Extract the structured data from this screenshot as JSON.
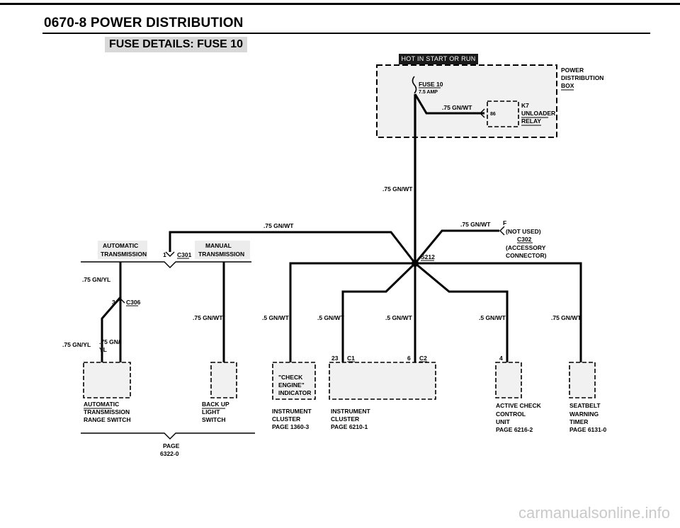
{
  "title": "0670-8  POWER DISTRIBUTION",
  "subtitle": "FUSE DETAILS: FUSE 10",
  "badge": "HOT IN START OR RUN",
  "power_box": [
    "POWER",
    "DISTRIBUTION",
    "BOX"
  ],
  "fuse": {
    "name": "FUSE 10",
    "rating": "7.5 AMP"
  },
  "relay": {
    "id": "K7",
    "name1": "UNLOADER",
    "name2": "RELAY",
    "pin": "86"
  },
  "wires": {
    "relay_feed": ".75 GN/WT",
    "main_down": ".75 GN/WT",
    "left_branch": ".75 GN/WT",
    "right_branch": ".75 GN/WT",
    "auto_trans": ".75 GN/YL",
    "auto_trans_lower": ".75 GN/YL",
    "auto_trans_lower2_a": ".75 GN/",
    "auto_trans_lower2_b": "YL",
    "backup_light": ".75 GN/WT",
    "check_engine": ".5 GN/WT",
    "cluster_c1": ".5 GN/WT",
    "cluster_c2": ".5 GN/WT",
    "active_check": ".5 GN/WT",
    "seatbelt": ".75 GN/WT"
  },
  "connector_f": "F",
  "not_used": "(NOT USED)",
  "c302": "C302",
  "accessory": [
    "(ACCESSORY",
    "CONNECTOR)"
  ],
  "splice": "S212",
  "c301": "C301",
  "c301_pin": "1",
  "c306": "C306",
  "c306_pin": "3",
  "automatic_transmission": [
    "AUTOMATIC",
    "TRANSMISSION"
  ],
  "manual_transmission": [
    "MANUAL",
    "TRANSMISSION"
  ],
  "components": {
    "range_switch": [
      "AUTOMATIC",
      "TRANSMISSION",
      "RANGE SWITCH"
    ],
    "backup_switch": [
      "BACK UP",
      "LIGHT",
      "SWITCH"
    ],
    "check_engine_indicator": [
      "\"CHECK",
      "ENGINE\"",
      "INDICATOR"
    ],
    "instrument_cluster_1": [
      "INSTRUMENT",
      "CLUSTER",
      "PAGE 1360-3"
    ],
    "instrument_cluster_2": [
      "INSTRUMENT",
      "CLUSTER",
      "PAGE 6210-1"
    ],
    "active_check_unit": [
      "ACTIVE CHECK",
      "CONTROL",
      "UNIT",
      "PAGE 6216-2"
    ],
    "seatbelt_timer": [
      "SEATBELT",
      "WARNING",
      "TIMER",
      "PAGE 6131-0"
    ]
  },
  "cluster_pins": {
    "c1_pin": "23",
    "c1": "C1",
    "c2_pin": "6",
    "c2": "C2"
  },
  "active_check_pin": "4",
  "page_ref": [
    "PAGE",
    "6322-0"
  ],
  "watermark": "carmanualsonline.info"
}
